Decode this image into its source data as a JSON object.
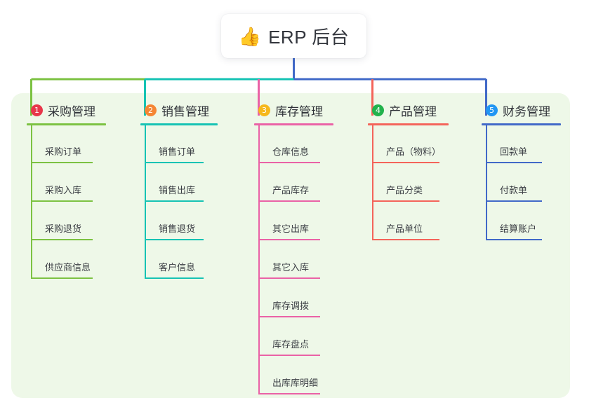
{
  "diagram": {
    "title": "ERP 后台",
    "root": {
      "icon": "thumbs-up-emoji",
      "icon_glyph": "👍",
      "label": "ERP 后台"
    },
    "panel_color": "#eef8e8",
    "branches": [
      {
        "number": "1",
        "label": "采购管理",
        "color": "#7cc242",
        "badge_color": "#e8374a",
        "items": [
          "采购订单",
          "采购入库",
          "采购退货",
          "供应商信息"
        ]
      },
      {
        "number": "2",
        "label": "销售管理",
        "color": "#16c3b4",
        "badge_color": "#f58634",
        "items": [
          "销售订单",
          "销售出库",
          "销售退货",
          "客户信息"
        ]
      },
      {
        "number": "3",
        "label": "库存管理",
        "color": "#ea62a6",
        "badge_color": "#f6b81c",
        "items": [
          "仓库信息",
          "产品库存",
          "其它出库",
          "其它入库",
          "库存调拨",
          "库存盘点",
          "出库库明细"
        ]
      },
      {
        "number": "4",
        "label": "产品管理",
        "color": "#f4645a",
        "badge_color": "#22b24c",
        "items": [
          "产品（物料）",
          "产品分类",
          "产品单位"
        ]
      },
      {
        "number": "5",
        "label": "财务管理",
        "color": "#4169c8",
        "badge_color": "#2196f3",
        "items": [
          "回款单",
          "付款单",
          "结算账户"
        ]
      }
    ]
  }
}
